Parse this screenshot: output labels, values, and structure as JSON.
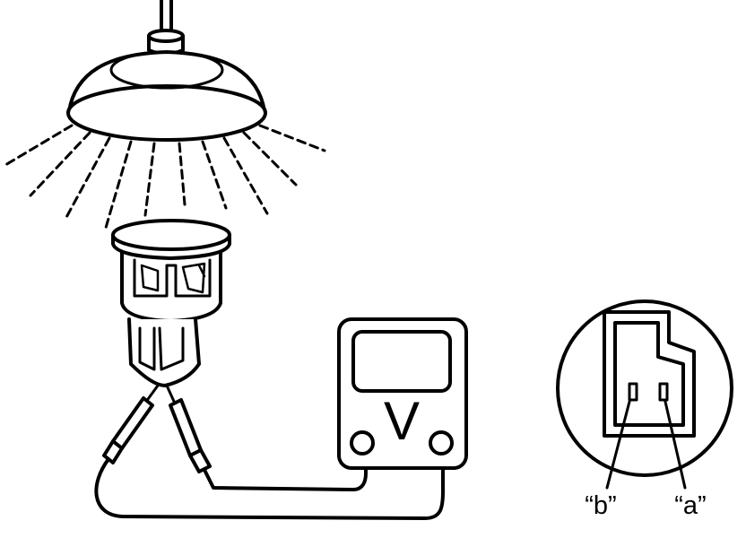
{
  "diagram": {
    "meter": {
      "symbol": "V"
    },
    "connector": {
      "terminal_b_label": "“b”",
      "terminal_a_label": "“a”"
    },
    "colors": {
      "stroke": "#000000",
      "background": "#ffffff"
    }
  }
}
